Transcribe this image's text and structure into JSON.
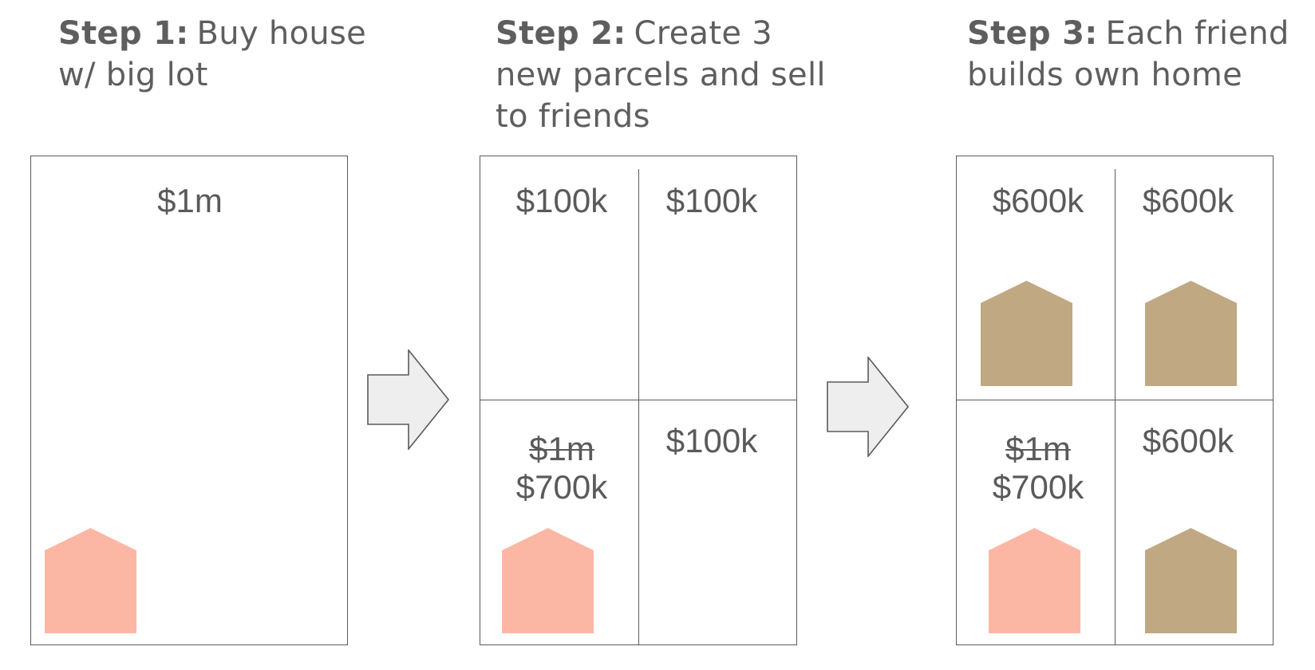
{
  "colors": {
    "existing_house": "#fcb7a4",
    "new_house": "#bfa882",
    "line": "#5a5a5a",
    "arrow_fill": "#eeeeee",
    "text": "#5b5b5b"
  },
  "steps": [
    {
      "label": "Step 1:",
      "text": "Buy house w/ big lot",
      "lots": [
        {
          "price": "$1m",
          "house": "existing"
        }
      ]
    },
    {
      "label": "Step 2:",
      "text": "Create 3 new parcels and sell to friends",
      "lots": [
        {
          "price": "$100k",
          "house": "none"
        },
        {
          "price": "$100k",
          "house": "none"
        },
        {
          "old_price": "$1m",
          "price": "$700k",
          "house": "existing"
        },
        {
          "price": "$100k",
          "house": "none"
        }
      ]
    },
    {
      "label": "Step 3:",
      "text": "Each friend builds own home",
      "lots": [
        {
          "price": "$600k",
          "house": "new"
        },
        {
          "price": "$600k",
          "house": "new"
        },
        {
          "old_price": "$1m",
          "price": "$700k",
          "house": "existing"
        },
        {
          "price": "$600k",
          "house": "new"
        }
      ]
    }
  ],
  "arrows": [
    "right-arrow-icon",
    "right-arrow-icon"
  ]
}
